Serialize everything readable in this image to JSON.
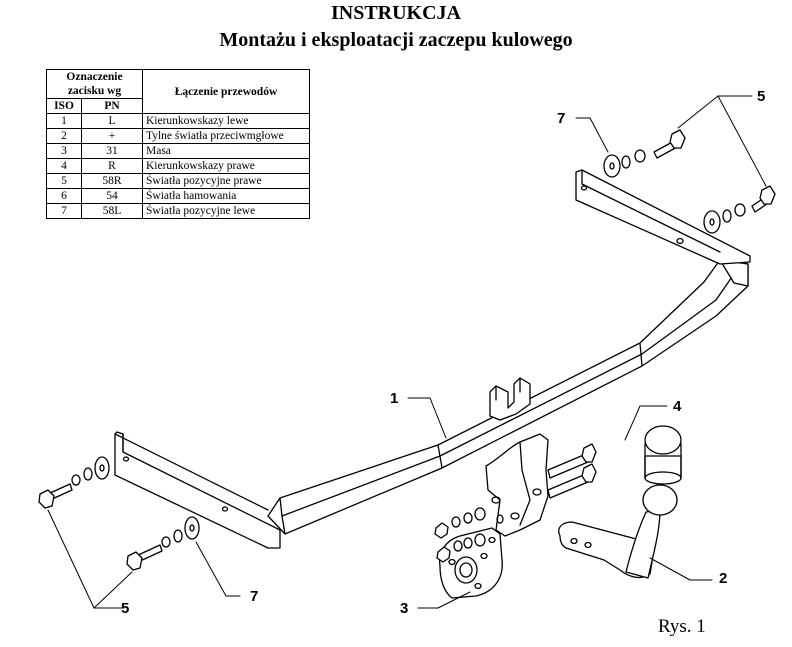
{
  "document": {
    "title": "INSTRUKCJA",
    "subtitle": "Montażu i eksploatacji zaczepu kulowego",
    "figure_caption": "Rys. 1"
  },
  "table": {
    "header_group": "Oznaczenie zacisku wg",
    "header_iso": "ISO",
    "header_pn": "PN",
    "header_desc": "Łączenie przewodów",
    "rows": [
      {
        "iso": "1",
        "pn": "L",
        "desc": "Kierunkowskazy lewe"
      },
      {
        "iso": "2",
        "pn": "+",
        "desc": "Tylne światła przeciwmgłowe"
      },
      {
        "iso": "3",
        "pn": "31",
        "desc": "Masa"
      },
      {
        "iso": "4",
        "pn": "R",
        "desc": "Kierunkowskazy prawe"
      },
      {
        "iso": "5",
        "pn": "58R",
        "desc": "Światła pozycyjne prawe"
      },
      {
        "iso": "6",
        "pn": "54",
        "desc": "Światła hamowania"
      },
      {
        "iso": "7",
        "pn": "58L",
        "desc": "Światła pozycyjne lewe"
      }
    ]
  },
  "callouts": {
    "c1": "1",
    "c2": "2",
    "c3": "3",
    "c4": "4",
    "c5_top": "5",
    "c5_bottom": "5",
    "c7_top": "7",
    "c7_bottom": "7"
  },
  "colors": {
    "line": "#000000",
    "background": "#ffffff"
  }
}
